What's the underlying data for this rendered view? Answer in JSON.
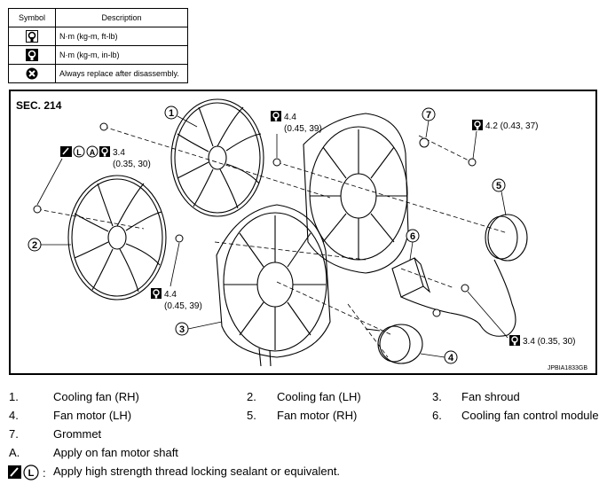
{
  "symbol_table": {
    "header_symbol": "Symbol",
    "header_description": "Description",
    "rows": [
      {
        "icon": "torque-wrench-ft-lb-icon",
        "description": "N·m (kg-m, ft-lb)"
      },
      {
        "icon": "torque-wrench-in-lb-icon",
        "description": "N·m (kg-m, in-lb)"
      },
      {
        "icon": "always-replace-icon",
        "description": "Always replace after disassembly."
      }
    ]
  },
  "diagram": {
    "section": "SEC. 214",
    "code": "JPBIA1833GB",
    "callouts": [
      "1",
      "2",
      "3",
      "4",
      "5",
      "6",
      "7"
    ],
    "torques": {
      "t_top_left_1": "3.4",
      "t_top_left_2": "(0.35, 30)",
      "t_center_top_1": "4.4",
      "t_center_top_2": "(0.45, 39)",
      "t_top_right": "4.2 (0.43, 37)",
      "t_center_left_1": "4.4",
      "t_center_left_2": "(0.45, 39)",
      "t_bottom_right": "3.4 (0.35, 30)"
    },
    "letters": {
      "l": "L",
      "a": "A"
    }
  },
  "legend": {
    "items": [
      {
        "num": "1.",
        "label": "Cooling fan (RH)"
      },
      {
        "num": "2.",
        "label": "Cooling fan (LH)"
      },
      {
        "num": "3.",
        "label": "Fan shroud"
      },
      {
        "num": "4.",
        "label": "Fan motor (LH)"
      },
      {
        "num": "5.",
        "label": "Fan motor (RH)"
      },
      {
        "num": "6.",
        "label": "Cooling fan control module"
      },
      {
        "num": "7.",
        "label": "Grommet"
      }
    ],
    "note_a_key": "A.",
    "note_a_text": "Apply on fan motor shaft",
    "note_l_text": "Apply high strength thread locking sealant or equivalent.",
    "note_l_suffix": ":"
  }
}
